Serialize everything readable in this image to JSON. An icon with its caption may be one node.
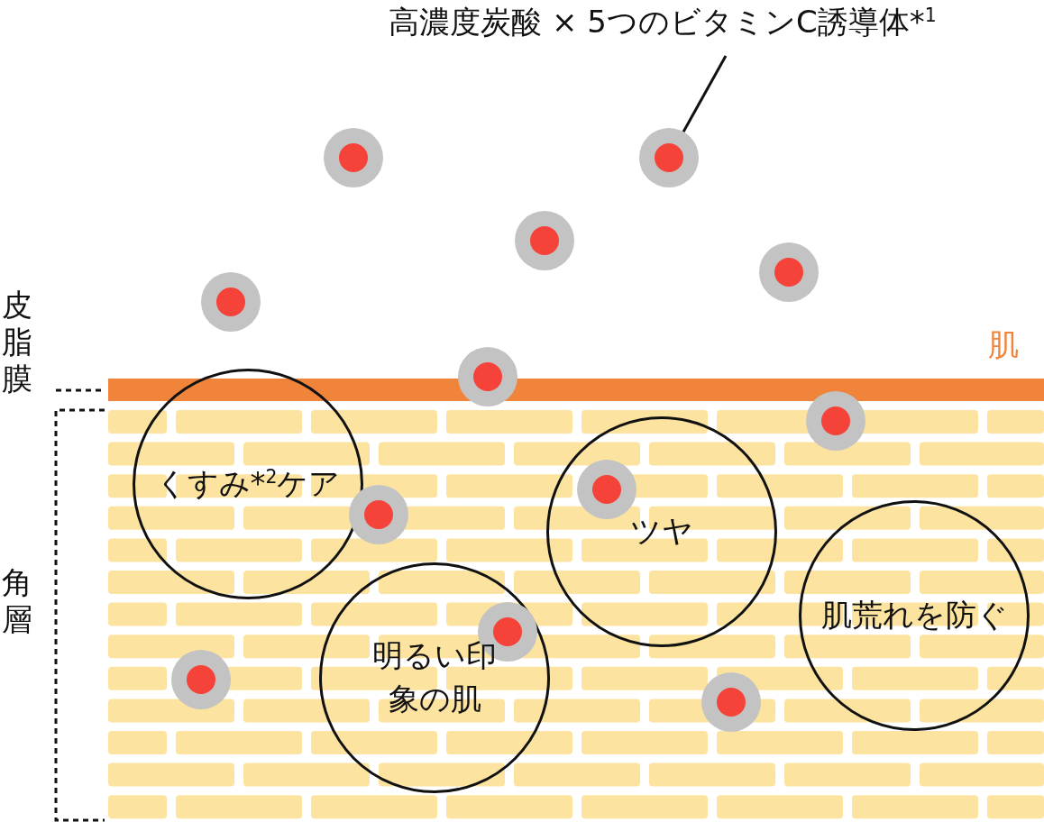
{
  "diagram": {
    "nodes": [
      {
        "text": [
          "高濃度炭酸 × 5つのビタミンC誘導体*$^{1}$"
        ]
      },
      {
        "text": [],
        "shape": "circle"
      },
      {
        "text": [
          "くすみ*$^{2}$ケア"
        ]
      },
      {
        "text": [
          "ツヤ"
        ]
      },
      {
        "text": [
          "明るい印象の肌"
        ]
      },
      {
        "text": [
          "肌荒れを防ぐ"
        ]
      }
    ],
    "edges": [
      {
        "from": 0,
        "to": 1,
        "arrow": "none"
      }
    ],
    "labels": [
      "皮脂膜",
      "肌",
      "角層"
    ]
  }
}
